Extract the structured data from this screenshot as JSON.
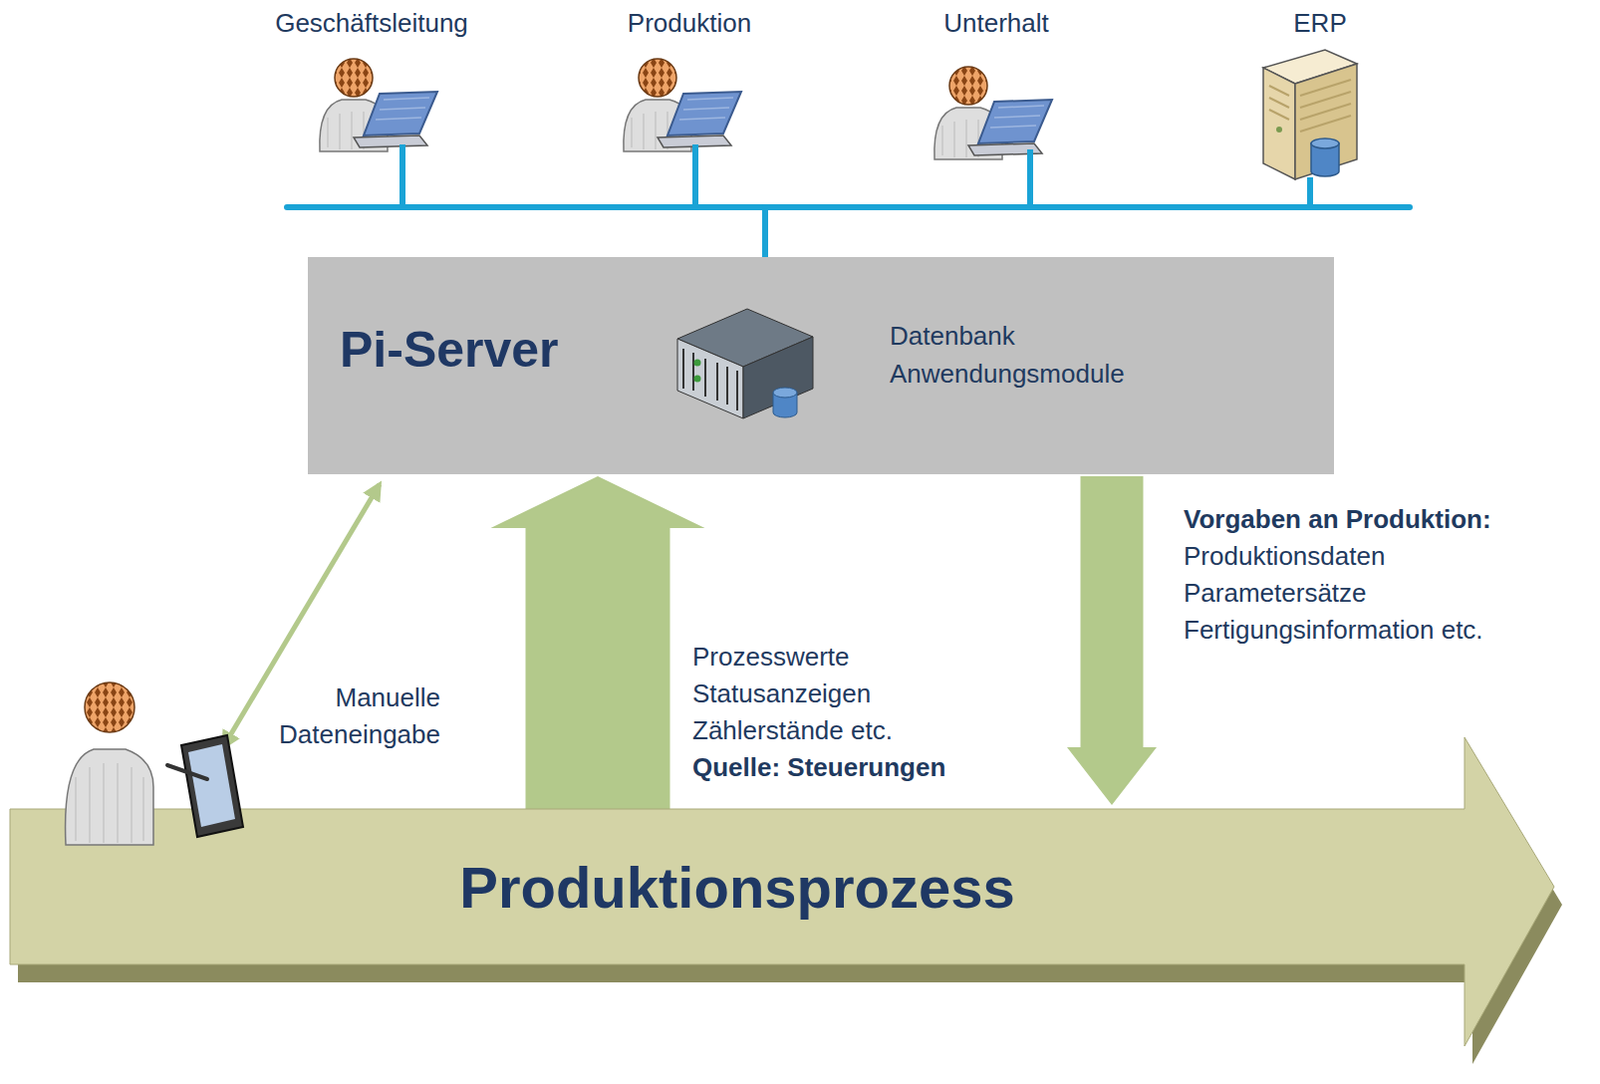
{
  "diagram": {
    "nodes": [
      {
        "text": [
          "Geschäftsleitung"
        ]
      },
      {
        "text": [
          "Produktion"
        ]
      },
      {
        "text": [
          "Unterhalt"
        ]
      },
      {
        "text": [
          "ERP"
        ]
      },
      {
        "text": [
          "Pi-Server",
          "Datenbank Anwendungsmodule"
        ]
      },
      {
        "text": [
          "Produktionsprozess"
        ]
      }
    ],
    "edges": [
      {
        "from": 4,
        "to": 0,
        "arrow": "none"
      },
      {
        "from": 4,
        "to": 1,
        "arrow": "none"
      },
      {
        "from": 4,
        "to": 2,
        "arrow": "none"
      },
      {
        "from": 4,
        "to": 3,
        "arrow": "none"
      },
      {
        "from": 5,
        "to": 4,
        "arrow": "to"
      },
      {
        "from": 4,
        "to": 5,
        "arrow": "to"
      },
      {
        "from": 5,
        "to": 4,
        "label": "Manuelle Dateneingabe",
        "arrow": "both"
      }
    ],
    "labels": [
      "Vorgaben an Produktion:",
      "Produktionsdaten Parametersätze Fertigungsinformation etc.",
      "Prozesswerte Statusanzeigen Zählerstände etc.",
      "Quelle: Steuerungen"
    ]
  }
}
